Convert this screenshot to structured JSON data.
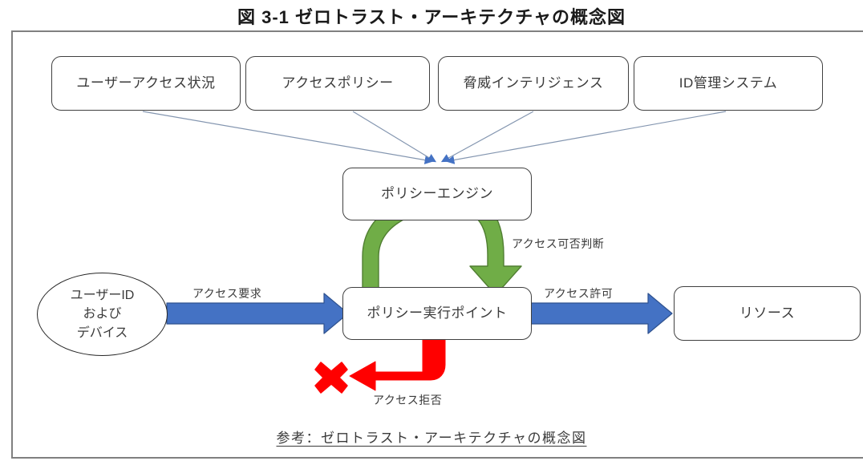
{
  "figure": {
    "title": "図 3-1  ゼロトラスト・アーキテクチャの概念図",
    "caption": "参考：ゼロトラスト・アーキテクチャの概念図"
  },
  "colors": {
    "blue_arrow": "#4472C4",
    "blue_arrow_border": "#2F528F",
    "green_arrow": "#70AD47",
    "green_arrow_border": "#507E32",
    "red_arrow": "#FF0000",
    "thin_connector": "#8496B0",
    "box_border": "#404040",
    "frame_border": "#808080"
  },
  "inputs": [
    {
      "id": "user-access-status",
      "label": "ユーザーアクセス状況"
    },
    {
      "id": "access-policy",
      "label": "アクセスポリシー"
    },
    {
      "id": "threat-intelligence",
      "label": "脅威インテリジェンス"
    },
    {
      "id": "id-management-system",
      "label": "ID管理システム"
    }
  ],
  "nodes": {
    "policy_engine": "ポリシーエンジン",
    "policy_enforcement_point": "ポリシー実行ポイント",
    "user_device": "ユーザーID\nおよび\nデバイス",
    "user_device_line1": "ユーザーID",
    "user_device_line2": "および",
    "user_device_line3": "デバイス",
    "resource": "リソース"
  },
  "edges": {
    "access_request": "アクセス要求",
    "access_decision": "アクセス可否判断",
    "access_granted": "アクセス許可",
    "access_denied": "アクセス拒否"
  }
}
